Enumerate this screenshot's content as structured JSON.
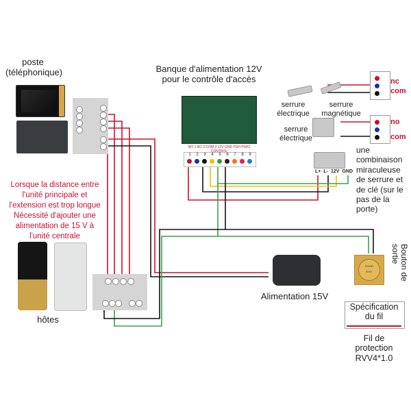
{
  "labels": {
    "indoor_station": [
      "poste",
      "(téléphonique)"
    ],
    "power_supply_title": [
      "Banque d'alimentation 12V",
      "pour le contrôle d'accès"
    ],
    "electric_lock_1": [
      "serrure",
      "électrique"
    ],
    "magnetic_lock": [
      "serrure",
      "magnétique"
    ],
    "electric_lock_2": [
      "serrure",
      "électrique"
    ],
    "combo_lock": [
      "une",
      "combinaison",
      "miraculeuse",
      "de serrure et",
      "de clé (sur le",
      "pas de la",
      "porte)"
    ],
    "warning_note": [
      "Lorsque la distance entre",
      "l'unité principale et",
      "l'extension est trop longue",
      "Nécessité d'ajouter une",
      "alimentation de 15 V à",
      "l'unité centrale"
    ],
    "outdoor_station": "hôtes",
    "adapter_15v": "Alimentation 15V",
    "exit_button": [
      "Bouton de",
      "sortie"
    ],
    "wire_spec": [
      "Spécification",
      "du fil"
    ],
    "wire_type": [
      "Fil de",
      "protection",
      "RVV4*1.0"
    ]
  },
  "nc_contacts": {
    "nc": "nc",
    "com": "com"
  },
  "no_contacts": {
    "no": "no",
    "com": "com"
  },
  "combo_terminals": [
    "L+",
    "L-",
    "12V",
    "GND"
  ],
  "board_terminals": {
    "labels": "NO 1 NC 2 COM 3 12V GND PSH PSH2 CONTROL",
    "numbers": [
      "1",
      "2",
      "3",
      "4",
      "5",
      "6",
      "7",
      "8",
      "9"
    ],
    "colors": [
      "#c8102e",
      "#1f2fa0",
      "#111111",
      "#f2c200",
      "#2e9e3e",
      "#3a1a10",
      "#f07a1a",
      "#e0205a",
      "#1e7fd0"
    ]
  },
  "exit_button_face": [
    "DOOR",
    "EXIT"
  ],
  "wire_colors": {
    "red": "#c8102e",
    "black": "#111111",
    "green": "#3aa04a",
    "yellow": "#e8c400"
  }
}
